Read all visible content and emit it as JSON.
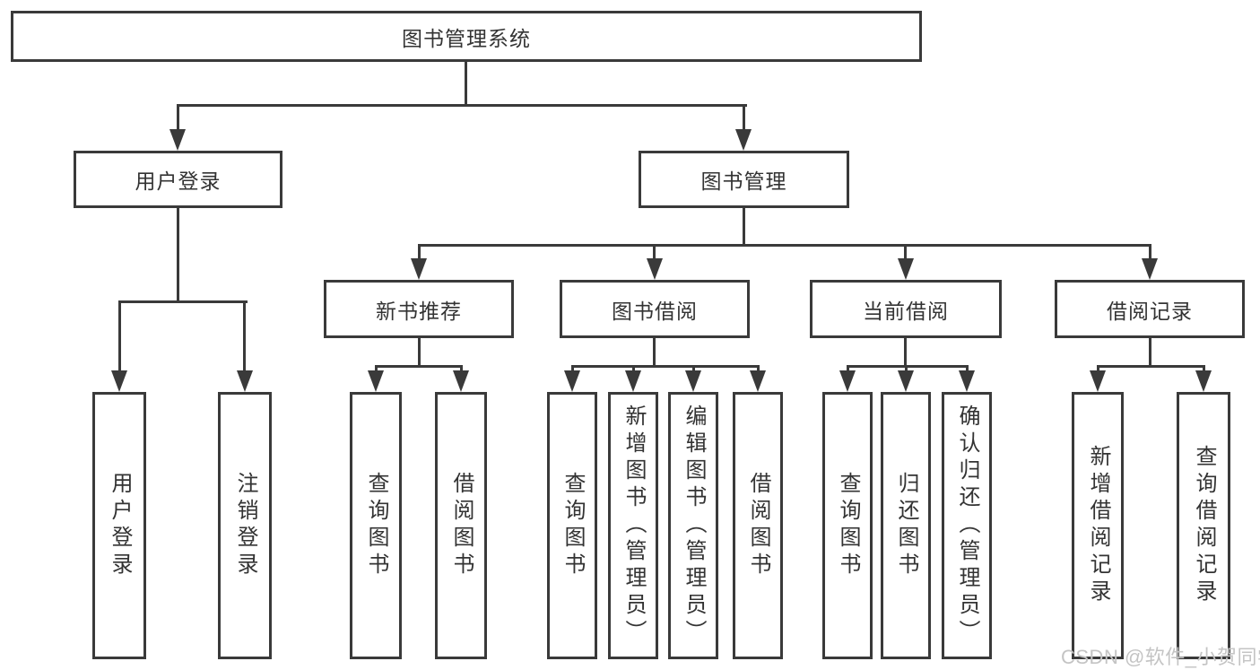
{
  "diagram": {
    "root": {
      "label": "图书管理系统"
    },
    "branches": [
      {
        "label": "用户登录",
        "children": [
          {
            "label": "用户登录"
          },
          {
            "label": "注销登录"
          }
        ]
      },
      {
        "label": "图书管理",
        "groups": [
          {
            "label": "新书推荐",
            "children": [
              {
                "label": "查询图书"
              },
              {
                "label": "借阅图书"
              }
            ]
          },
          {
            "label": "图书借阅",
            "children": [
              {
                "label": "查询图书"
              },
              {
                "label": "新增图书（管理员）"
              },
              {
                "label": "编辑图书（管理员）"
              },
              {
                "label": "借阅图书"
              }
            ]
          },
          {
            "label": "当前借阅",
            "children": [
              {
                "label": "查询图书"
              },
              {
                "label": "归还图书"
              },
              {
                "label": "确认归还（管理员）"
              }
            ]
          },
          {
            "label": "借阅记录",
            "children": [
              {
                "label": "新增借阅记录"
              },
              {
                "label": "查询借阅记录"
              }
            ]
          }
        ]
      }
    ]
  },
  "watermark": {
    "text": "CSDN @软件_小贺同学"
  },
  "colors": {
    "line": "#3a3a3a",
    "text": "#333333",
    "watermark": "#c4c4c4",
    "background": "#ffffff"
  }
}
